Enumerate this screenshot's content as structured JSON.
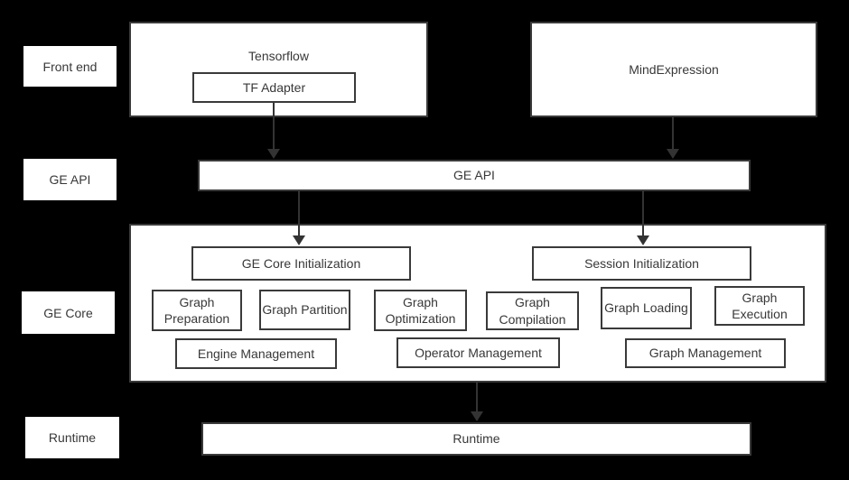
{
  "colors": {
    "background": "#000000",
    "box_fill": "#ffffff",
    "box_border": "#3a3a3a",
    "text": "#383838",
    "arrow": "#333333"
  },
  "row_labels": {
    "front_end": "Front end",
    "ge_api": "GE API",
    "ge_core": "GE Core",
    "runtime": "Runtime"
  },
  "frontend": {
    "tensorflow_title": "Tensorflow",
    "tf_adapter": "TF Adapter",
    "mindexpression": "MindExpression"
  },
  "api_bar": {
    "label": "GE API"
  },
  "core": {
    "init": [
      "GE Core Initialization",
      "Session Initialization"
    ],
    "stages": [
      "Graph Preparation",
      "Graph Partition",
      "Graph Optimization",
      "Graph Compilation",
      "Graph Loading",
      "Graph Execution"
    ],
    "management": [
      "Engine Management",
      "Operator Management",
      "Graph Management"
    ]
  },
  "runtime_bar": {
    "label": "Runtime"
  }
}
